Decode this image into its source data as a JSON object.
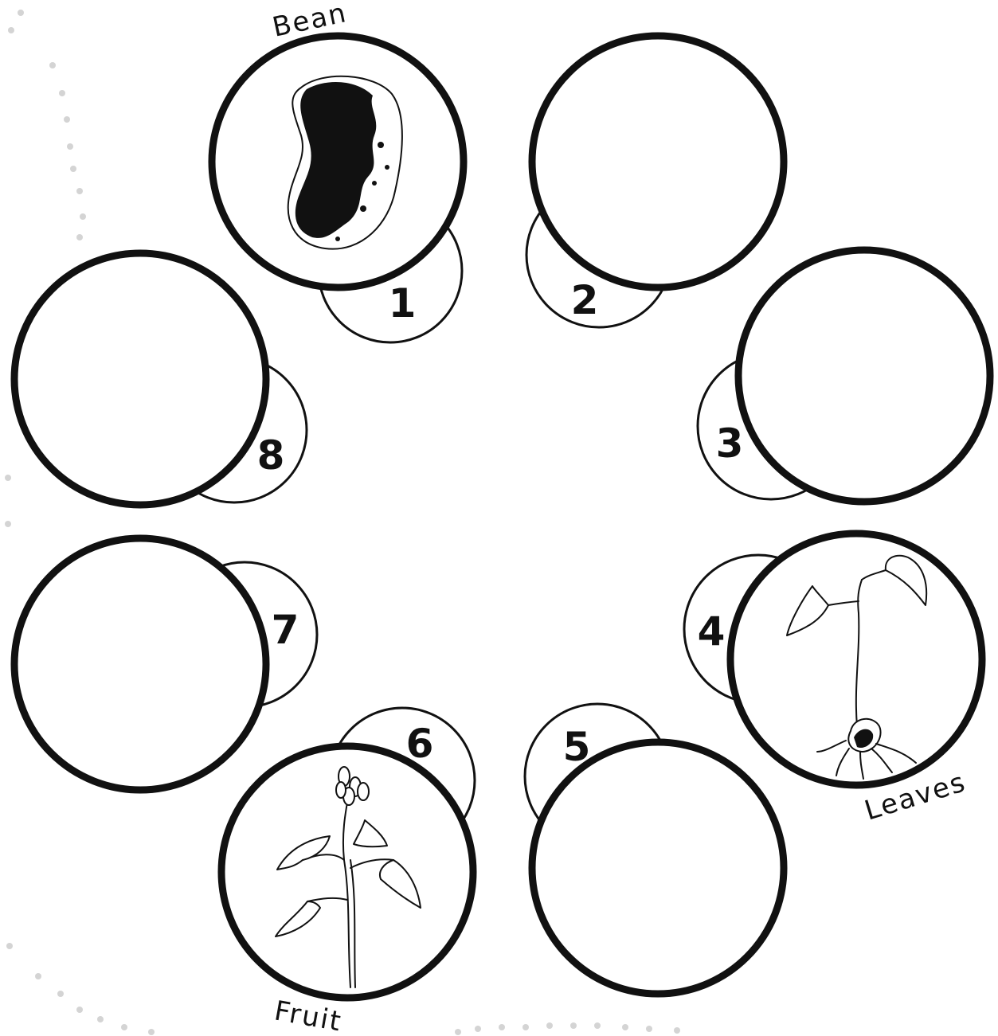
{
  "stages": [
    {
      "number": "1",
      "label": "Bean",
      "picture": "bean-seed"
    },
    {
      "number": "2",
      "label": "",
      "picture": ""
    },
    {
      "number": "3",
      "label": "",
      "picture": ""
    },
    {
      "number": "4",
      "label": "Leaves",
      "picture": "seedling-with-leaves"
    },
    {
      "number": "5",
      "label": "",
      "picture": ""
    },
    {
      "number": "6",
      "label": "Fruit",
      "picture": "flowering-bean-plant"
    },
    {
      "number": "7",
      "label": "",
      "picture": ""
    },
    {
      "number": "8",
      "label": "",
      "picture": ""
    }
  ],
  "colors": {
    "ink": "#111111",
    "background": "#ffffff",
    "dots": "#d4d4d4"
  }
}
